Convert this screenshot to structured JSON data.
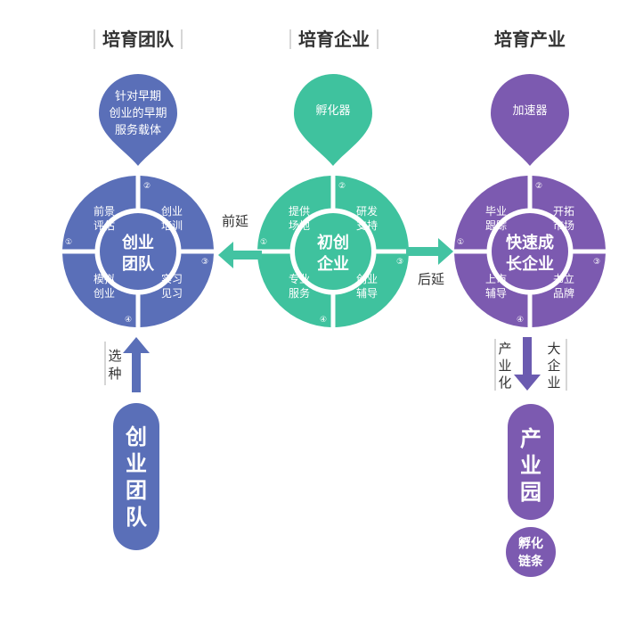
{
  "colors": {
    "blue": "#5a6fb8",
    "teal": "#3fc29e",
    "purple": "#7c5ab0",
    "arrow_teal": "#43c3a2",
    "arrow_blue": "#5a6fb8",
    "arrow_purple": "#6b5bb0"
  },
  "columns": [
    {
      "header": "培育团队",
      "drop": [
        "针对早期",
        "创业的早期",
        "服务载体"
      ],
      "center": [
        "创业",
        "团队"
      ],
      "quadrants": [
        [
          "前景",
          "评估"
        ],
        [
          "创业",
          "培训"
        ],
        [
          "实习",
          "见习"
        ],
        [
          "模拟",
          "创业"
        ]
      ]
    },
    {
      "header": "培育企业",
      "drop": [
        "孵化器"
      ],
      "center": [
        "初创",
        "企业"
      ],
      "quadrants": [
        [
          "提供",
          "场地"
        ],
        [
          "研发",
          "支持"
        ],
        [
          "创业",
          "辅导"
        ],
        [
          "专业",
          "服务"
        ]
      ]
    },
    {
      "header": "培育产业",
      "drop": [
        "加速器"
      ],
      "center": [
        "快速成",
        "长企业"
      ],
      "quadrants": [
        [
          "毕业",
          "跟踪"
        ],
        [
          "开拓",
          "市场"
        ],
        [
          "书立",
          "品牌"
        ],
        [
          "上市",
          "辅导"
        ]
      ]
    }
  ],
  "numbers": [
    "①",
    "②",
    "③",
    "④"
  ],
  "arrows": {
    "forward_label": "前延",
    "backward_label": "后延",
    "select_label": [
      "选",
      "种"
    ],
    "industrialize_label": [
      "产",
      "业",
      "化"
    ],
    "big_enterprise_label": [
      "大",
      "企",
      "业"
    ]
  },
  "bottom": {
    "team_pill": [
      "创",
      "业",
      "团",
      "队"
    ],
    "park_pill": [
      "产",
      "业",
      "园"
    ],
    "chain": [
      "孵化",
      "链条"
    ]
  }
}
